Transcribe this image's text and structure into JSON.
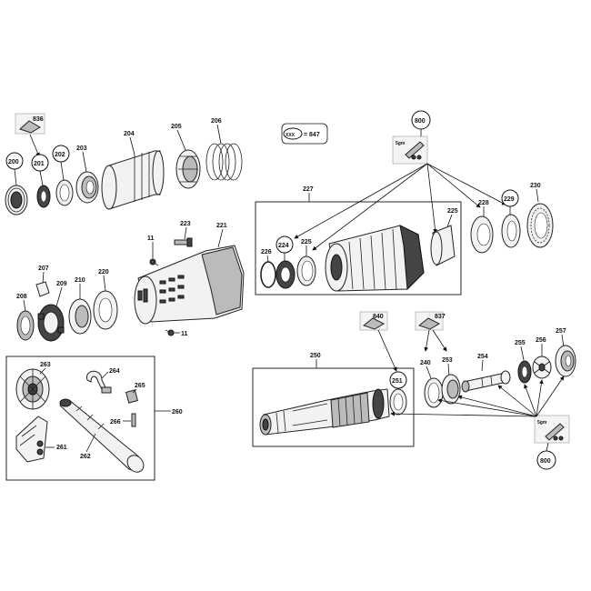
{
  "labels": {
    "p200": "200",
    "p201": "201",
    "p202": "202",
    "p203": "203",
    "p204": "204",
    "p205": "205",
    "p206": "206",
    "p207": "207",
    "p208": "208",
    "p209": "209",
    "p210": "210",
    "p220": "220",
    "p221": "221",
    "p223": "223",
    "p11a": "11",
    "p11b": "11",
    "p224": "224",
    "p225a": "225",
    "p225b": "225",
    "p226": "226",
    "p227": "227",
    "p228": "228",
    "p229": "229",
    "p230": "230",
    "p800a": "800",
    "p800b": "800",
    "p836": "836",
    "p837": "837",
    "p840": "840",
    "p240": "240",
    "p250": "250",
    "p251": "251",
    "p253": "253",
    "p254": "254",
    "p255": "255",
    "p256": "256",
    "p257": "257",
    "p260": "260",
    "p261": "261",
    "p262": "262",
    "p263": "263",
    "p264": "264",
    "p265": "265",
    "p266": "266"
  },
  "legend": {
    "placeholder": "XXX",
    "equals_value": "= 847"
  },
  "grease": {
    "amount_a": "5gm",
    "amount_b": "5gm"
  }
}
